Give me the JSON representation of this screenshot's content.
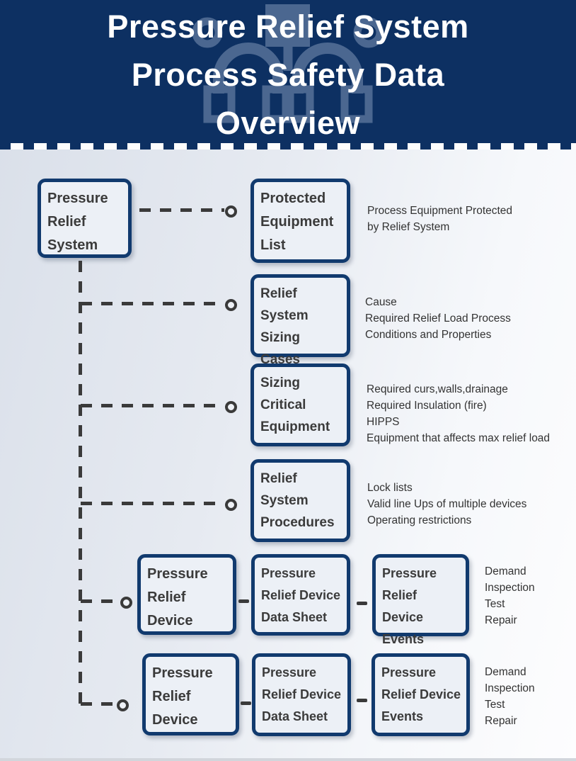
{
  "header": {
    "title": "Pressure Relief System\nProcess Safety Data\nOverview",
    "background_icon": "pressure-relief-valve-piping-icon"
  },
  "colors": {
    "header_navy": "#0d3062",
    "box_border_navy": "#113a6e",
    "box_fill": "#ecf0f6",
    "connector_charcoal": "#3a3a3a",
    "title_text": "#ffffff",
    "label_text": "#3b3b3b",
    "note_text": "#333333",
    "icon_steel_blue": "#7189ad",
    "page_gradient_start": "#d9dfe9",
    "page_gradient_end": "#fdfdfe"
  },
  "nodes": {
    "root": {
      "label": "Pressure\nRelief\nSystem"
    },
    "protected_equipment_list": {
      "label": "Protected\nEquipment\nList",
      "note": "Process Equipment Protected\nby Relief System"
    },
    "relief_system_sizing_cases": {
      "label": "Relief\nSystem\nSizing Cases",
      "note": "Cause\nRequired Relief Load Process\nConditions and Properties"
    },
    "sizing_critical_equipment": {
      "label": "Sizing\nCritical\nEquipment",
      "note": "Required curs,walls,drainage\nRequired Insulation (fire)\nHIPPS\nEquipment that affects max relief load"
    },
    "relief_system_procedures": {
      "label": "Relief\nSystem\nProcedures",
      "note": "Lock lists\nValid line Ups of multiple devices\nOperating restrictions"
    },
    "pressure_relief_device_1": {
      "label": "Pressure\nRelief\nDevice"
    },
    "prd_data_sheet_1": {
      "label": "Pressure\nRelief Device\nData Sheet"
    },
    "prd_events_1": {
      "label": "Pressure\nRelief Device\nEvents",
      "note": "Demand\nInspection\nTest\nRepair"
    },
    "pressure_relief_device_2": {
      "label": "Pressure\nRelief\nDevice"
    },
    "prd_data_sheet_2": {
      "label": "Pressure\nRelief Device\nData Sheet"
    },
    "prd_events_2": {
      "label": "Pressure\nRelief Device\nEvents",
      "note": "Demand\nInspection\nTest\nRepair"
    }
  }
}
